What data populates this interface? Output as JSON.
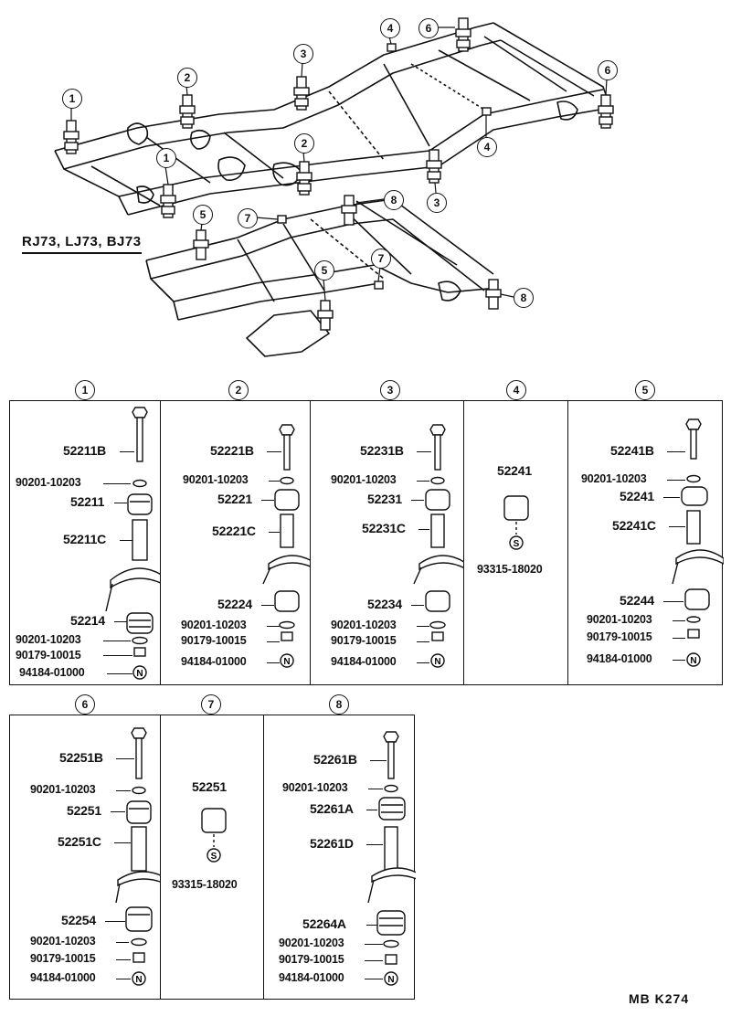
{
  "model_label": "RJ73, LJ73, BJ73",
  "frame_callouts": [
    "1",
    "2",
    "3",
    "4",
    "6",
    "6",
    "1",
    "2",
    "4",
    "3",
    "5",
    "7",
    "8",
    "7",
    "5",
    "8"
  ],
  "panels": [
    {
      "number": "1",
      "parts": [
        "52211B",
        "90201-10203",
        "52211",
        "52211C",
        "52214",
        "90201-10203",
        "90179-10015",
        "94184-01000"
      ]
    },
    {
      "number": "2",
      "parts": [
        "52221B",
        "90201-10203",
        "52221",
        "52221C",
        "52224",
        "90201-10203",
        "90179-10015",
        "94184-01000"
      ]
    },
    {
      "number": "3",
      "parts": [
        "52231B",
        "90201-10203",
        "52231",
        "52231C",
        "52234",
        "90201-10203",
        "90179-10015",
        "94184-01000"
      ]
    },
    {
      "number": "4",
      "parts": [
        "52241",
        "93315-18020"
      ]
    },
    {
      "number": "5",
      "parts": [
        "52241B",
        "90201-10203",
        "52241",
        "52241C",
        "52244",
        "90201-10203",
        "90179-10015",
        "94184-01000"
      ]
    },
    {
      "number": "6",
      "parts": [
        "52251B",
        "90201-10203",
        "52251",
        "52251C",
        "52254",
        "90201-10203",
        "90179-10015",
        "94184-01000"
      ]
    },
    {
      "number": "7",
      "parts": [
        "52251",
        "93315-18020"
      ]
    },
    {
      "number": "8",
      "parts": [
        "52261B",
        "90201-10203",
        "52261A",
        "52261D",
        "52264A",
        "90201-10203",
        "90179-10015",
        "94184-01000"
      ]
    }
  ],
  "symbols": {
    "nut": "N",
    "spacer": "S"
  },
  "footer_code": "MB  K274"
}
